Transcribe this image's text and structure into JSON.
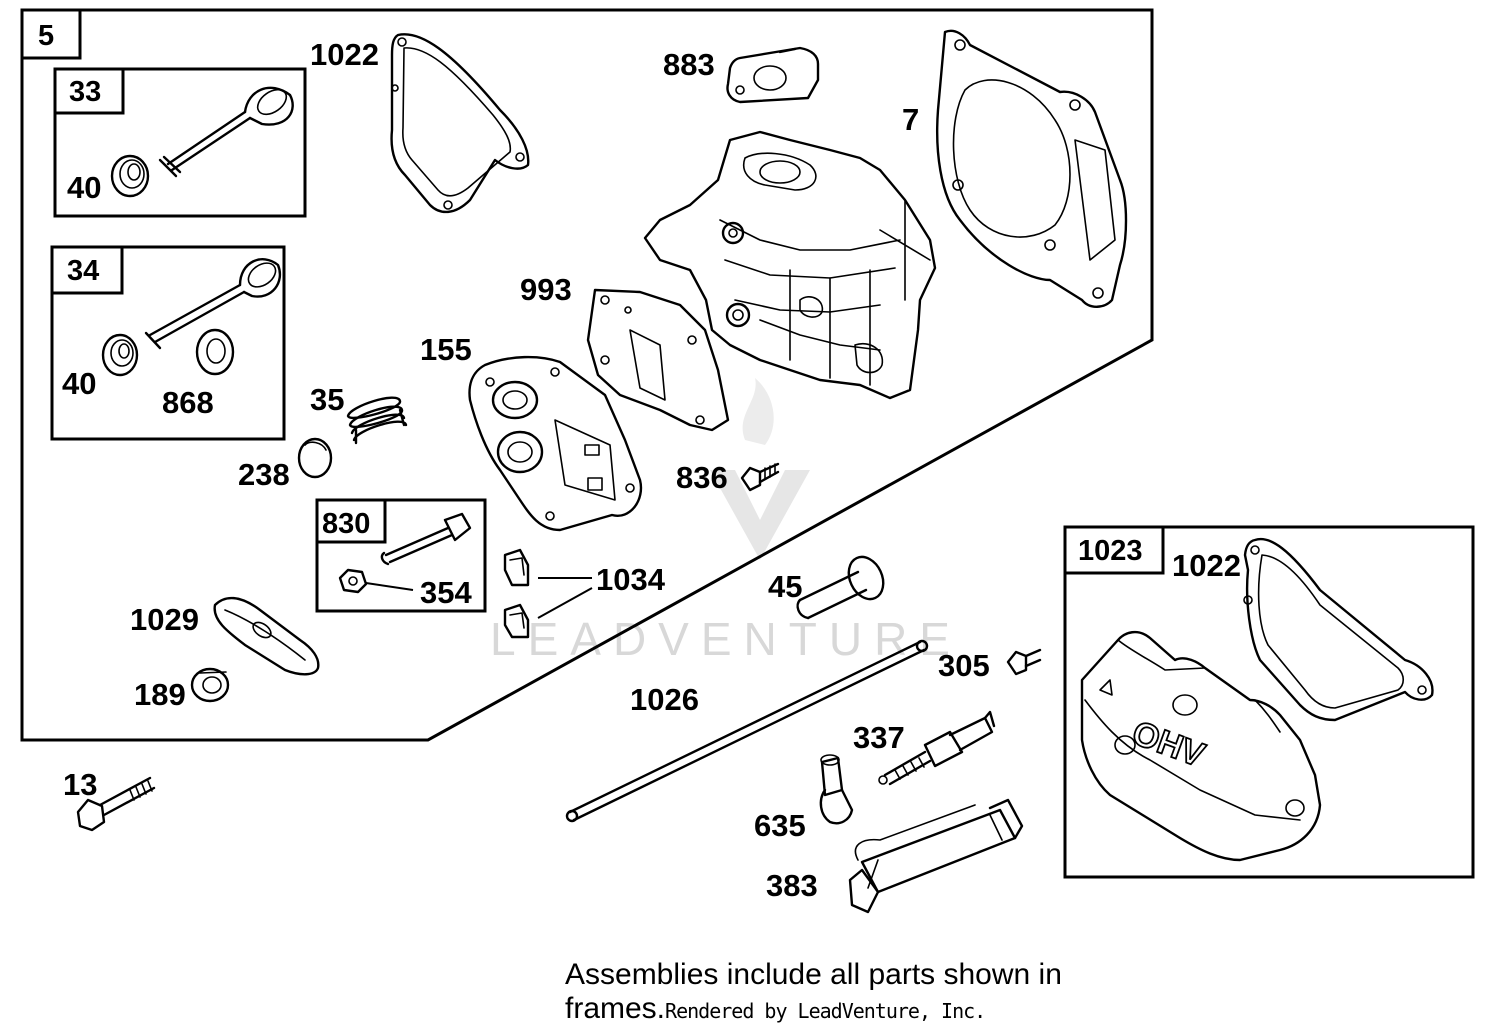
{
  "callouts": {
    "c5": "5",
    "c33": "33",
    "c40a": "40",
    "c34": "34",
    "c40b": "40",
    "c868": "868",
    "c1022a": "1022",
    "c883": "883",
    "c7": "7",
    "c993": "993",
    "c155": "155",
    "c35": "35",
    "c238": "238",
    "c830": "830",
    "c354": "354",
    "c1034": "1034",
    "c836": "836",
    "c1029": "1029",
    "c189": "189",
    "c13": "13",
    "c45": "45",
    "c1026": "1026",
    "c305": "305",
    "c337": "337",
    "c635": "635",
    "c383": "383",
    "c1023": "1023",
    "c1022b": "1022"
  },
  "cover_logo": "OHV",
  "watermark": "LEADVENTURE",
  "footnote": {
    "text": "Assemblies include all parts shown in frames.",
    "credit": "Rendered by LeadVenture, Inc."
  }
}
